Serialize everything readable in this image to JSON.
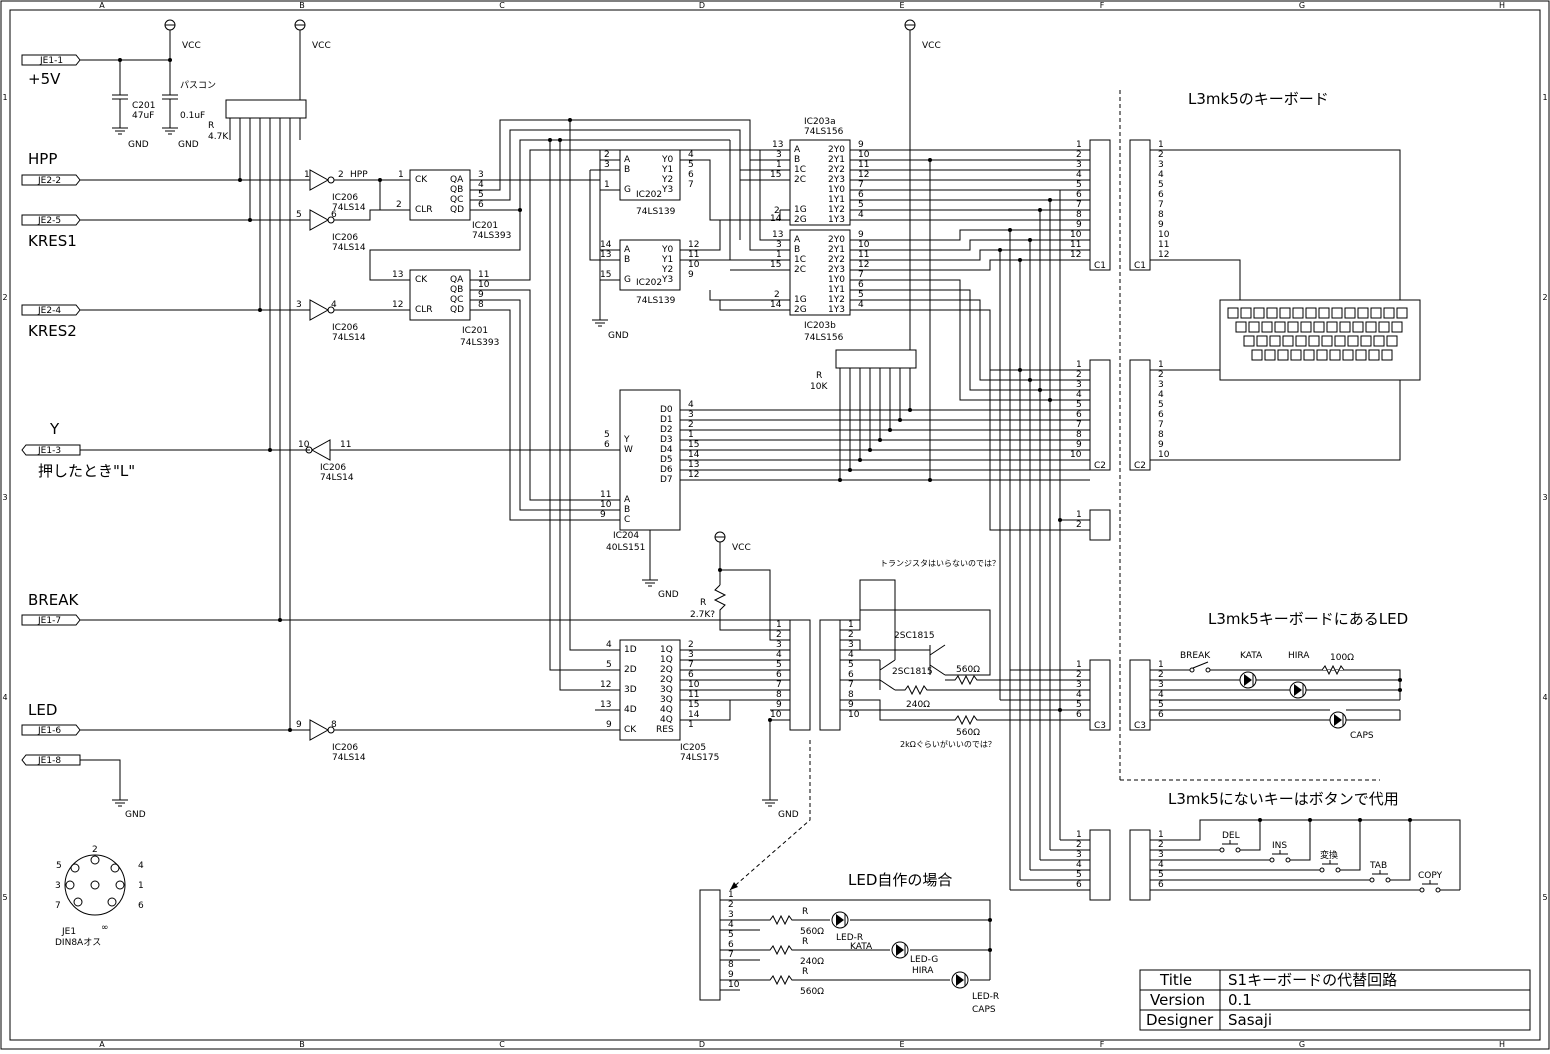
{
  "border": {
    "cols": [
      "A",
      "B",
      "C",
      "D",
      "E",
      "F",
      "G",
      "H"
    ],
    "rows": [
      "1",
      "2",
      "3",
      "4",
      "5"
    ]
  },
  "connectors": {
    "je1_1": "JE1-1",
    "je2_2": "JE2-2",
    "je2_5": "JE2-5",
    "je2_4": "JE2-4",
    "je1_3": "JE1-3",
    "je1_7": "JE1-7",
    "je1_6": "JE1-6",
    "je1_8": "JE1-8"
  },
  "signals": {
    "plus5v": "+5V",
    "hpp": "HPP",
    "kres1": "KRES1",
    "kres2": "KRES2",
    "y": "Y",
    "y_note": "押したとき\"L\"",
    "break": "BREAK",
    "led": "LED"
  },
  "power": {
    "vcc": "VCC",
    "gnd": "GND"
  },
  "parts": {
    "c201": "C201",
    "c201_val": "47uF",
    "pasukon": "パスコン",
    "pasukon_val": "0.1uF",
    "r_net1": "R",
    "r_net1_val": "4.7K",
    "r_net2": "R",
    "r_net2_val": "10K",
    "r_pull": "R",
    "r_pull_val": "2.7K?",
    "ic206": "IC206",
    "ls14": "74LS14",
    "ic201": "IC201",
    "ls393": "74LS393",
    "ic202": "IC202",
    "ls139": "74LS139",
    "ic203a": "IC203a",
    "ic203b": "IC203b",
    "ls156": "74LS156",
    "ic204": "IC204",
    "ls151": "40LS151",
    "ic205": "IC205",
    "ls175": "74LS175",
    "tr": "2SC1815",
    "tr_note": "トランジスタはいらないのでは？",
    "r560": "560Ω",
    "r240": "240Ω",
    "r_note": "2kΩぐらいがいいのでは？",
    "hpp_net": "HPP"
  },
  "headers": {
    "c1": "C1",
    "c2": "C2",
    "c3": "C3"
  },
  "keyboard_section": {
    "title": "L3mk5のキーボード",
    "led_title": "L3mk5キーボードにあるLED",
    "btn_title": "L3mk5にないキーはボタンで代用"
  },
  "leds": {
    "break": "BREAK",
    "kata": "KATA",
    "hira": "HIRA",
    "r100": "100Ω",
    "caps": "CAPS"
  },
  "buttons": {
    "del": "DEL",
    "ins": "INS",
    "henkan": "変換",
    "tab": "TAB",
    "copy": "COPY"
  },
  "diy": {
    "title": "LED自作の場合",
    "r": "R",
    "r560": "560Ω",
    "r240": "240Ω",
    "led_r_kata": "LED-R",
    "kata": "KATA",
    "led_g": "LED-G",
    "hira": "HIRA",
    "led_r_caps": "LED-R",
    "caps": "CAPS"
  },
  "din": {
    "name": "JE1",
    "type": "DIN8Aオス"
  },
  "title_block": {
    "title_k": "Title",
    "title_v": "S1キーボードの代替回路",
    "version_k": "Version",
    "version_v": "0.1",
    "designer_k": "Designer",
    "designer_v": "Sasaji"
  }
}
